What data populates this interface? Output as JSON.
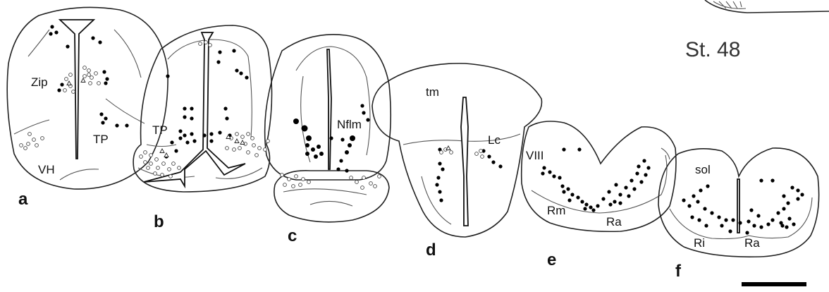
{
  "stage_label": "St. 48",
  "panels": [
    {
      "letter": "a",
      "labels": [
        "Zip",
        "TP",
        "VH"
      ]
    },
    {
      "letter": "b",
      "labels": [
        "TP"
      ]
    },
    {
      "letter": "c",
      "labels": [
        "Nflm"
      ]
    },
    {
      "letter": "d",
      "labels": [
        "tm",
        "Lc"
      ]
    },
    {
      "letter": "e",
      "labels": [
        "VIII",
        "Rm",
        "Ra"
      ]
    },
    {
      "letter": "f",
      "labels": [
        "sol",
        "Ri",
        "Ra"
      ]
    }
  ],
  "colors": {
    "ink": "#000000",
    "outline": "#222222",
    "background": "#ffffff"
  }
}
